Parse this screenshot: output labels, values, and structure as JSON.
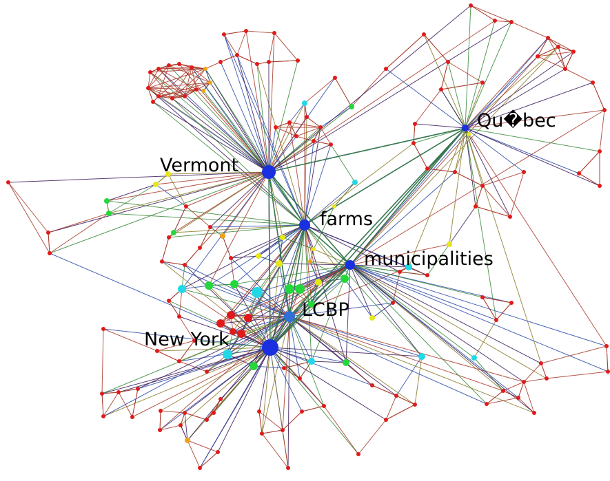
{
  "colors": {
    "hub": "#1a2fe0",
    "hub_light": "#2f6fd8",
    "cyan": "#22d8e6",
    "green": "#22d83a",
    "yellow": "#e6e61a",
    "orange": "#f0a21a",
    "red": "#e01a1a",
    "edge_dark": "#3a1a5a",
    "edge_blue": "#2a4aa8",
    "edge_green": "#3a8a3a",
    "edge_olive": "#8a7a2a",
    "edge_red": "#a83a2a"
  },
  "labels": {
    "vermont": "Vermont",
    "quebec": "Qu�bec",
    "farms": "farms",
    "municipalities": "municipalities",
    "lcbp": "LCBP",
    "new_york": "New York"
  }
}
